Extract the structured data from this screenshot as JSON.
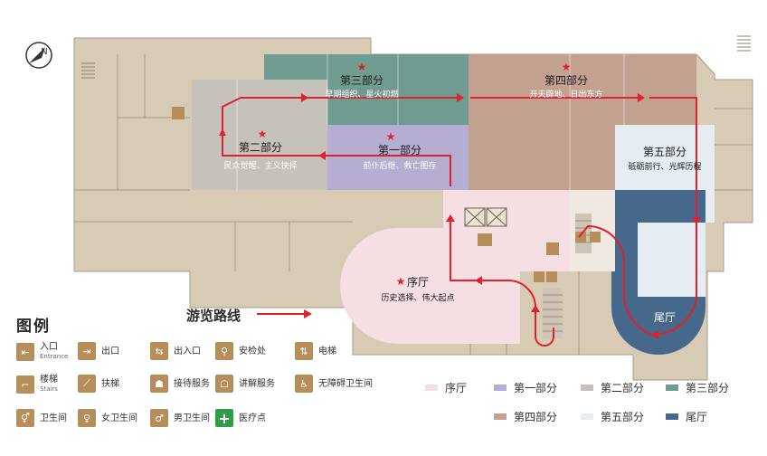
{
  "map": {
    "zones": [
      {
        "id": "xuting",
        "star_label": "序厅",
        "sub": "历史选择、伟大起点",
        "color": "#f6dfe2"
      },
      {
        "id": "part1",
        "star_label": "第一部分",
        "sub": "前仆后继、救亡图存",
        "color": "#b5aed0"
      },
      {
        "id": "part2",
        "star_label": "第二部分",
        "sub": "民众觉醒、主义抉择",
        "color": "#c5c1bb"
      },
      {
        "id": "part3",
        "star_label": "第三部分",
        "sub": "早期组织、星火初燃",
        "color": "#6f9b91"
      },
      {
        "id": "part4",
        "star_label": "第四部分",
        "sub": "开天辟地、日出东方",
        "color": "#c2a190"
      },
      {
        "id": "part5",
        "star_label": "第五部分",
        "sub": "砥砺前行、光辉历程",
        "color": "#e6edf2"
      },
      {
        "id": "weiting",
        "star_label": "尾厅",
        "sub": "",
        "color": "#46688a"
      }
    ],
    "compass_letter": "N",
    "route_color": "#e0202c"
  },
  "legend": {
    "title": "图例",
    "route_label": "游览路线",
    "items": [
      {
        "icon": "entrance-icon",
        "glyph": "⇤",
        "label": "入口",
        "sub": "Entrance"
      },
      {
        "icon": "exit-icon",
        "glyph": "⇥",
        "label": "出口",
        "sub": ""
      },
      {
        "icon": "entry-exit-icon",
        "glyph": "⇆",
        "label": "出入口",
        "sub": ""
      },
      {
        "icon": "security-icon",
        "glyph": "⚲",
        "label": "安检处",
        "sub": ""
      },
      {
        "icon": "elevator-icon",
        "glyph": "⇅",
        "label": "电梯",
        "sub": ""
      },
      {
        "icon": "stairs-icon",
        "glyph": "⌐",
        "label": "楼梯",
        "sub": "Stairs"
      },
      {
        "icon": "escalator-icon",
        "glyph": "⟋",
        "label": "扶梯",
        "sub": ""
      },
      {
        "icon": "reception-icon",
        "glyph": "☗",
        "label": "接待服务",
        "sub": ""
      },
      {
        "icon": "guide-icon",
        "glyph": "☖",
        "label": "讲解服务",
        "sub": ""
      },
      {
        "icon": "accessible-toilet-icon",
        "glyph": "♿",
        "label": "无障碍卫生间",
        "sub": ""
      },
      {
        "icon": "toilet-icon",
        "glyph": "⚥",
        "label": "卫生间",
        "sub": ""
      },
      {
        "icon": "female-toilet-icon",
        "glyph": "♀",
        "label": "女卫生间",
        "sub": ""
      },
      {
        "icon": "male-toilet-icon",
        "glyph": "♂",
        "label": "男卫生间",
        "sub": ""
      },
      {
        "icon": "medical-icon",
        "glyph": "+",
        "label": "医疗点",
        "sub": ""
      }
    ],
    "zone_keys": [
      {
        "label": "序厅",
        "color": "#f6dfe2"
      },
      {
        "label": "第一部分",
        "color": "#b5aed0"
      },
      {
        "label": "第二部分",
        "color": "#c5c1bb"
      },
      {
        "label": "第三部分",
        "color": "#6f9b91"
      },
      {
        "label": "第四部分",
        "color": "#c2a190"
      },
      {
        "label": "第五部分",
        "color": "#e6edf2"
      },
      {
        "label": "尾厅",
        "color": "#46688a"
      }
    ]
  }
}
